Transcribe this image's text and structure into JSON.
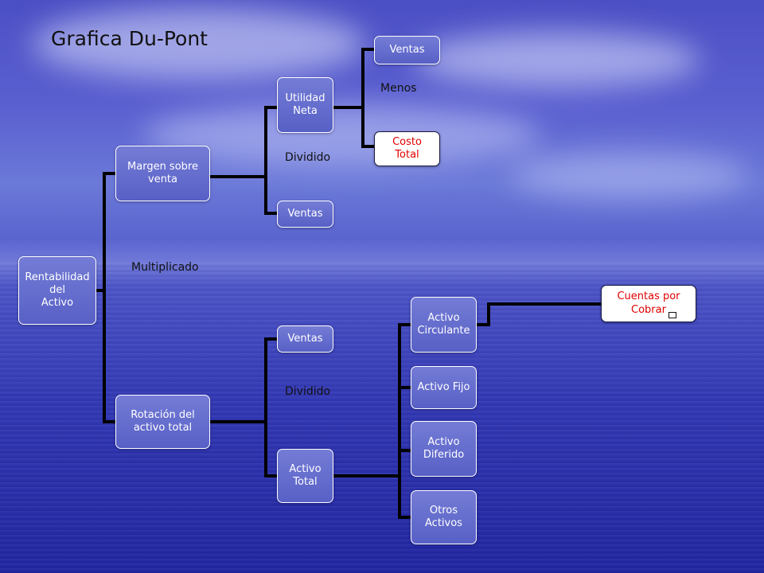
{
  "title": "Grafica Du-Pont",
  "nodes": {
    "rentabilidad": "Rentabilidad\ndel\nActivo",
    "margen": "Margen sobre\nventa",
    "rotacion": "Rotación del\nactivo total",
    "utilidad_neta": "Utilidad\nNeta",
    "ventas_top": "Ventas",
    "ventas_mid": "Ventas",
    "ventas_low": "Ventas",
    "costo_total": "Costo\nTotal",
    "activo_total": "Activo\nTotal",
    "activo_circulante": "Activo\nCirculante",
    "activo_fijo": "Activo Fijo",
    "activo_diferido": "Activo\nDiferido",
    "otros_activos": "Otros\nActivos",
    "cuentas_por_cobrar": "Cuentas por\nCobrar"
  },
  "operators": {
    "menos": "Menos",
    "dividido_top": "Dividido",
    "multiplicado": "Multiplicado",
    "dividido_bottom": "Dividido"
  },
  "colors": {
    "node_fill": "#5f67cc",
    "red_text": "#e00000",
    "connector": "#000000"
  }
}
